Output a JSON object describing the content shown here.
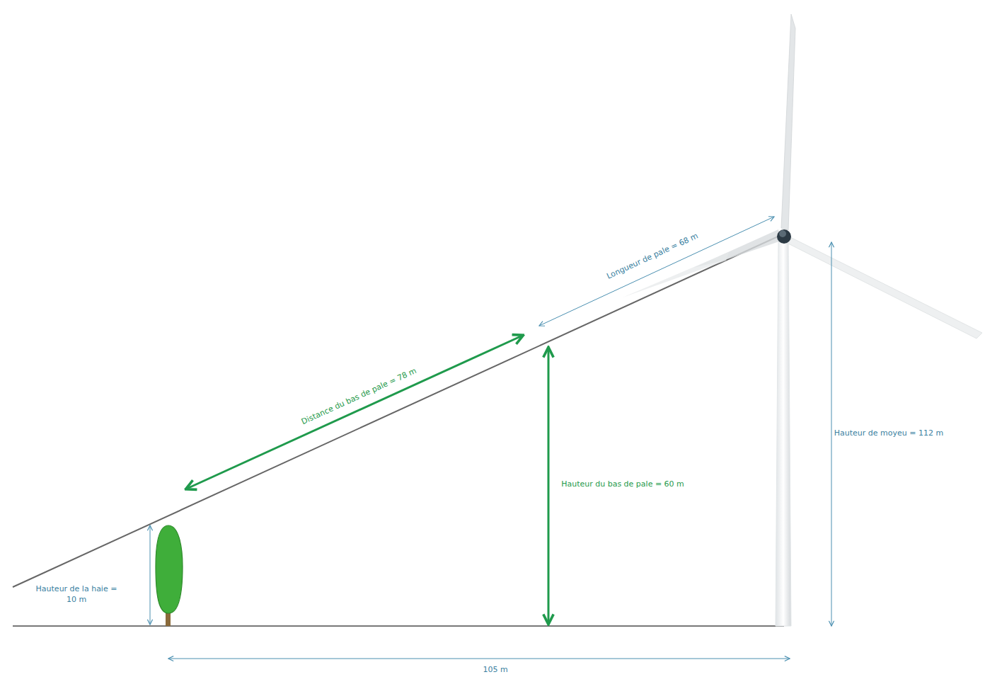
{
  "diagram": {
    "labels": [
      "Longueur de pale = 68 m",
      "Distance du bas de pale = 78 m",
      "Hauteur du bas de pale = 60 m",
      "Hauteur de moyeu = 112 m",
      "Hauteur de la haie = 10 m",
      "105 m"
    ]
  }
}
